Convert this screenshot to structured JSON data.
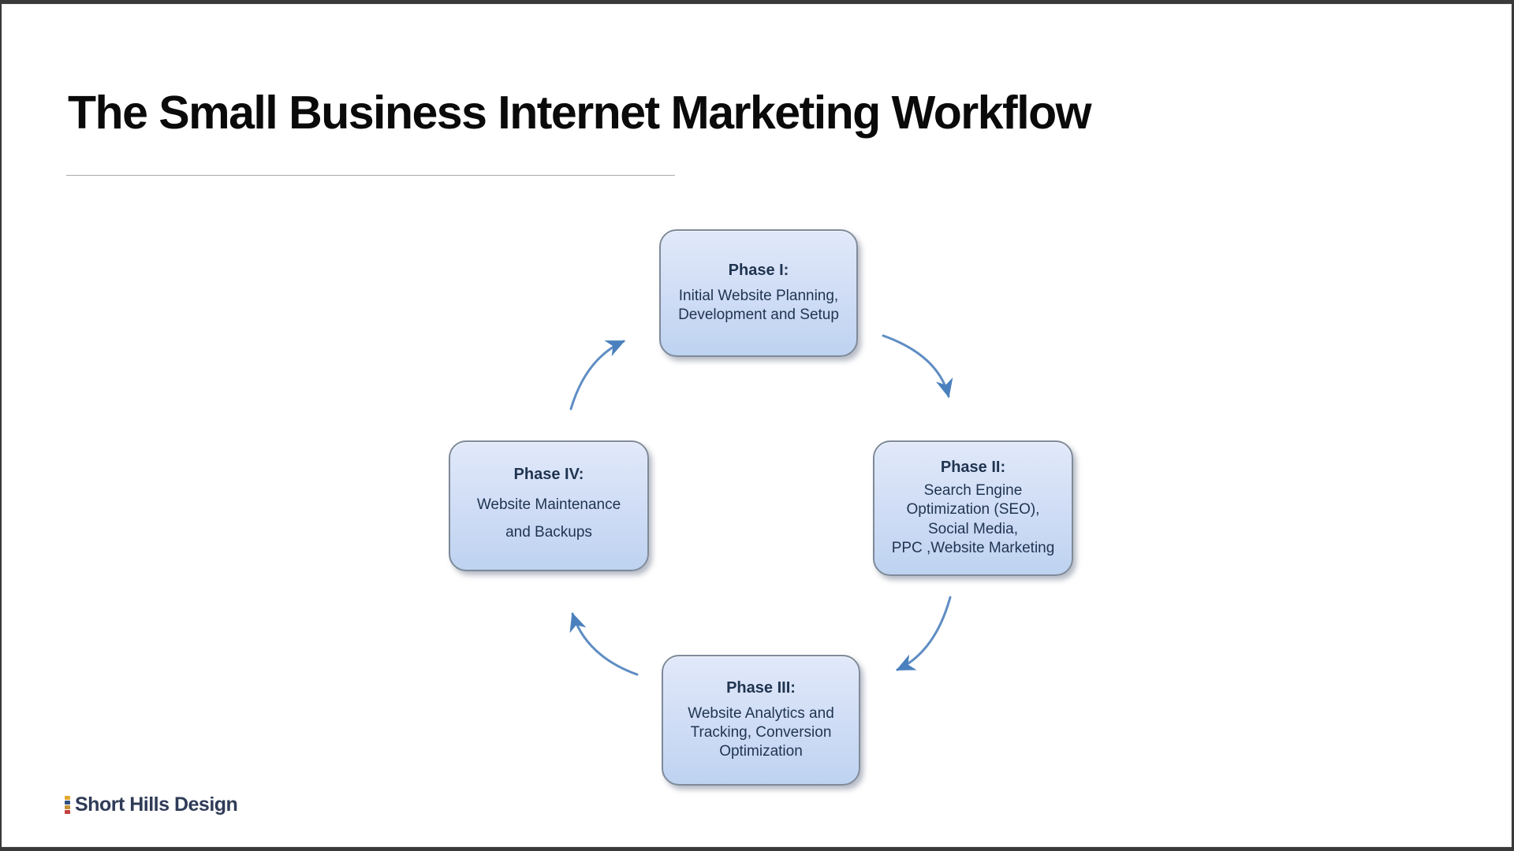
{
  "slide": {
    "title": "The Small Business Internet Marketing Workflow"
  },
  "diagram": {
    "type": "cycle",
    "flow": "clockwise",
    "nodes": [
      {
        "id": "phase-1",
        "label": "Phase I:",
        "text": "Initial Website Planning,\nDevelopment and Setup"
      },
      {
        "id": "phase-2",
        "label": "Phase II:",
        "text": "Search Engine\nOptimization (SEO),\nSocial Media,\nPPC ,Website Marketing"
      },
      {
        "id": "phase-3",
        "label": "Phase III:",
        "text": "Website Analytics and\nTracking, Conversion\nOptimization"
      },
      {
        "id": "phase-4",
        "label": "Phase IV:",
        "text": "Website Maintenance\nand Backups"
      }
    ],
    "arrows": [
      {
        "from": "phase-1",
        "to": "phase-2"
      },
      {
        "from": "phase-2",
        "to": "phase-3"
      },
      {
        "from": "phase-3",
        "to": "phase-4"
      },
      {
        "from": "phase-4",
        "to": "phase-1"
      }
    ],
    "colors": {
      "box_fill_top": "#e1e9fa",
      "box_fill_mid": "#cfdcf5",
      "box_fill_bottom": "#bdd3f0",
      "box_border": "#7f8a99",
      "box_text": "#1f3450",
      "arrow_line": "#5f8dc3",
      "arrow_head": "#4a80bd"
    }
  },
  "footer": {
    "brand": "Short Hills Design",
    "brand_color": "#2f3b57",
    "mark_colors": [
      "#e3a82f",
      "#31517f",
      "#c79136",
      "#c2403d"
    ]
  }
}
